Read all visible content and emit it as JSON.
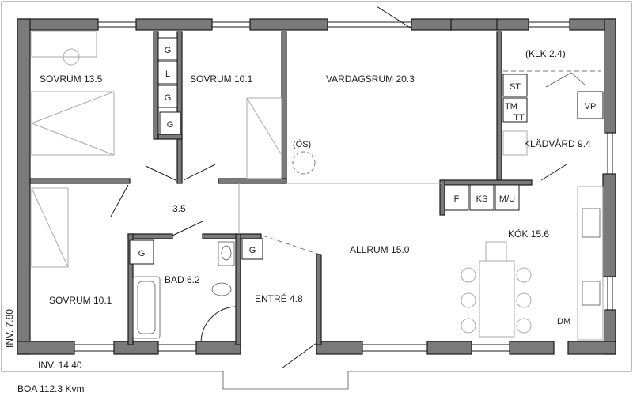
{
  "rooms": {
    "sovrum1": "SOVRUM 13.5",
    "sovrum2": "SOVRUM 10.1",
    "vardagsrum": "VARDAGSRUM 20.3",
    "klk": "(KLK 2.4)",
    "os": "(ÖS)",
    "kladvard": "KLÄDVÅRD 9.4",
    "hall": "3.5",
    "sovrum3": "SOVRUM 10.1",
    "bad": "BAD 6.2",
    "entre": "ENTRÉ 4.8",
    "allrum": "ALLRUM 15.0",
    "kok": "KÖK 15.6"
  },
  "fixtures": {
    "g1": "G",
    "l": "L",
    "g2": "G",
    "g3": "G",
    "g_bath": "G",
    "g_entre": "G",
    "st": "ST",
    "tm": "TM",
    "tt": "TT",
    "vp": "VP",
    "f": "F",
    "ks": "KS",
    "mu": "M/U",
    "dm": "DM"
  },
  "dimensions": {
    "height": "INV. 7.80",
    "width": "INV. 14.40",
    "boa": "BOA 112.3 Kvm"
  },
  "colors": {
    "wall": "#7a7a7a",
    "line": "#1a1a1a"
  }
}
